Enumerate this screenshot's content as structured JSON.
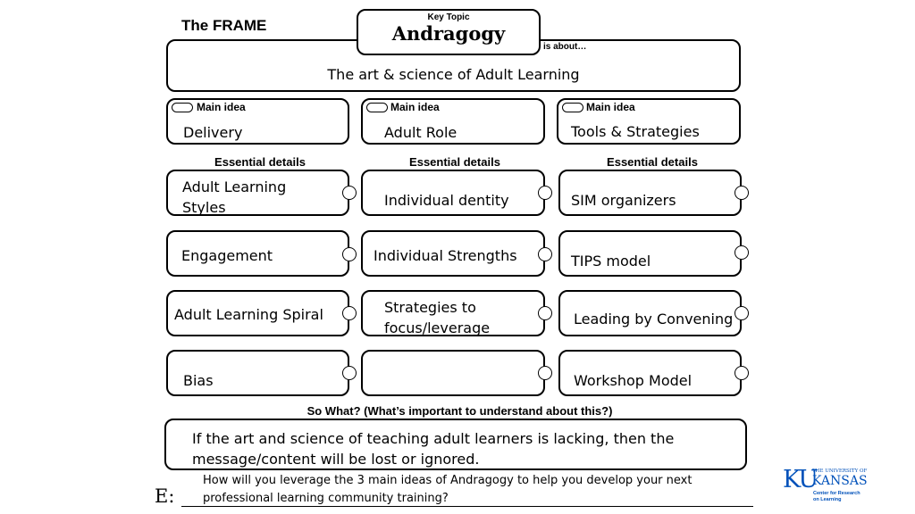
{
  "header": {
    "frame_title": "The FRAME",
    "key_topic_label": "Key Topic",
    "key_topic": "Andragogy",
    "is_about_label": "is about…",
    "is_about_text": "The art & science of Adult Learning"
  },
  "main_ideas": [
    {
      "label": "Main idea",
      "text": "Delivery"
    },
    {
      "label": "Main idea",
      "text": "Adult Role"
    },
    {
      "label": "Main idea",
      "text": "Tools & Strategies"
    }
  ],
  "essential_details_label": "Essential details",
  "details": {
    "col1": [
      "Adult Learning Styles",
      "Engagement",
      "Adult Learning Spiral",
      "Bias"
    ],
    "col2": [
      "Individual dentity",
      "Individual Strengths",
      "Strategies to focus/leverage",
      ""
    ],
    "col3": [
      "SIM organizers",
      "TIPS model",
      "Leading by Convening",
      "Workshop Model"
    ]
  },
  "so_what": {
    "label": "So What? (What’s important to understand about this?)",
    "text": "If the art and science of teaching adult learners is lacking, then the message/content will be lost or ignored."
  },
  "extension": {
    "prefix": "E:",
    "question": "How will you leverage the 3 main ideas of Andragogy to help you develop your next professional learning community training?"
  },
  "logo": {
    "initials": "KU",
    "line1": "THE UNIVERSITY OF",
    "line2": "KANSAS",
    "line3": "Center for Research",
    "line4": "on Learning",
    "color": "#0051ba"
  }
}
